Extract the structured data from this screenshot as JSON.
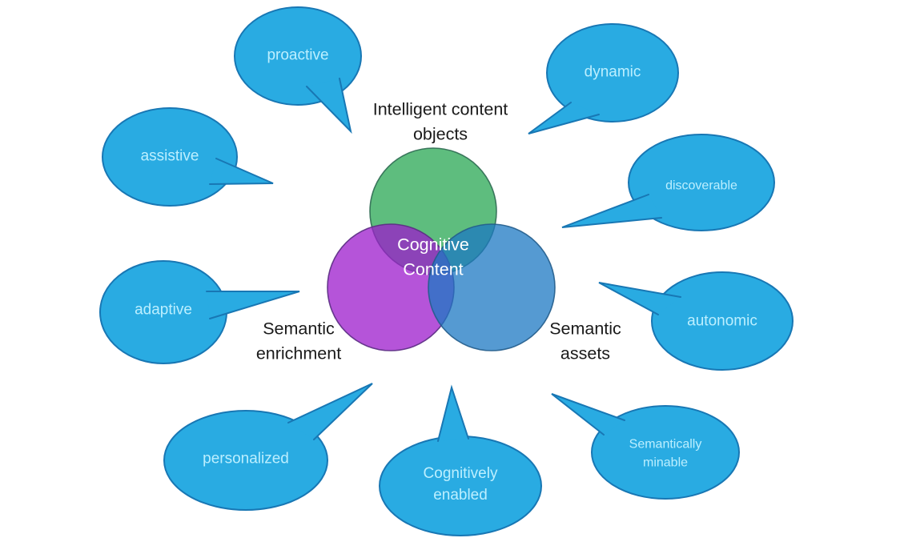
{
  "diagram": {
    "center_label": "Cognitive Content",
    "venn": {
      "top_label": "Intelligent content objects",
      "left_label": "Semantic enrichment",
      "right_label": "Semantic assets"
    },
    "bubbles": [
      {
        "label": "proactive"
      },
      {
        "label": "dynamic"
      },
      {
        "label": "assistive"
      },
      {
        "label": "discoverable"
      },
      {
        "label": "adaptive"
      },
      {
        "label": "autonomic"
      },
      {
        "label": "personalized"
      },
      {
        "label": "Cognitively enabled"
      },
      {
        "label": "Semantically minable"
      }
    ],
    "colors": {
      "background": "#FFFFFF",
      "bubble_fill": "#29ABE2",
      "bubble_stroke": "#1877B4",
      "bubble_text": "#BCEFFF",
      "venn_green": "#5EBD7E",
      "venn_purple": "#B554D9",
      "venn_blue": "#559AD2",
      "venn_label_text": "#1A1A1A",
      "center_text": "#FFFFFF"
    }
  }
}
